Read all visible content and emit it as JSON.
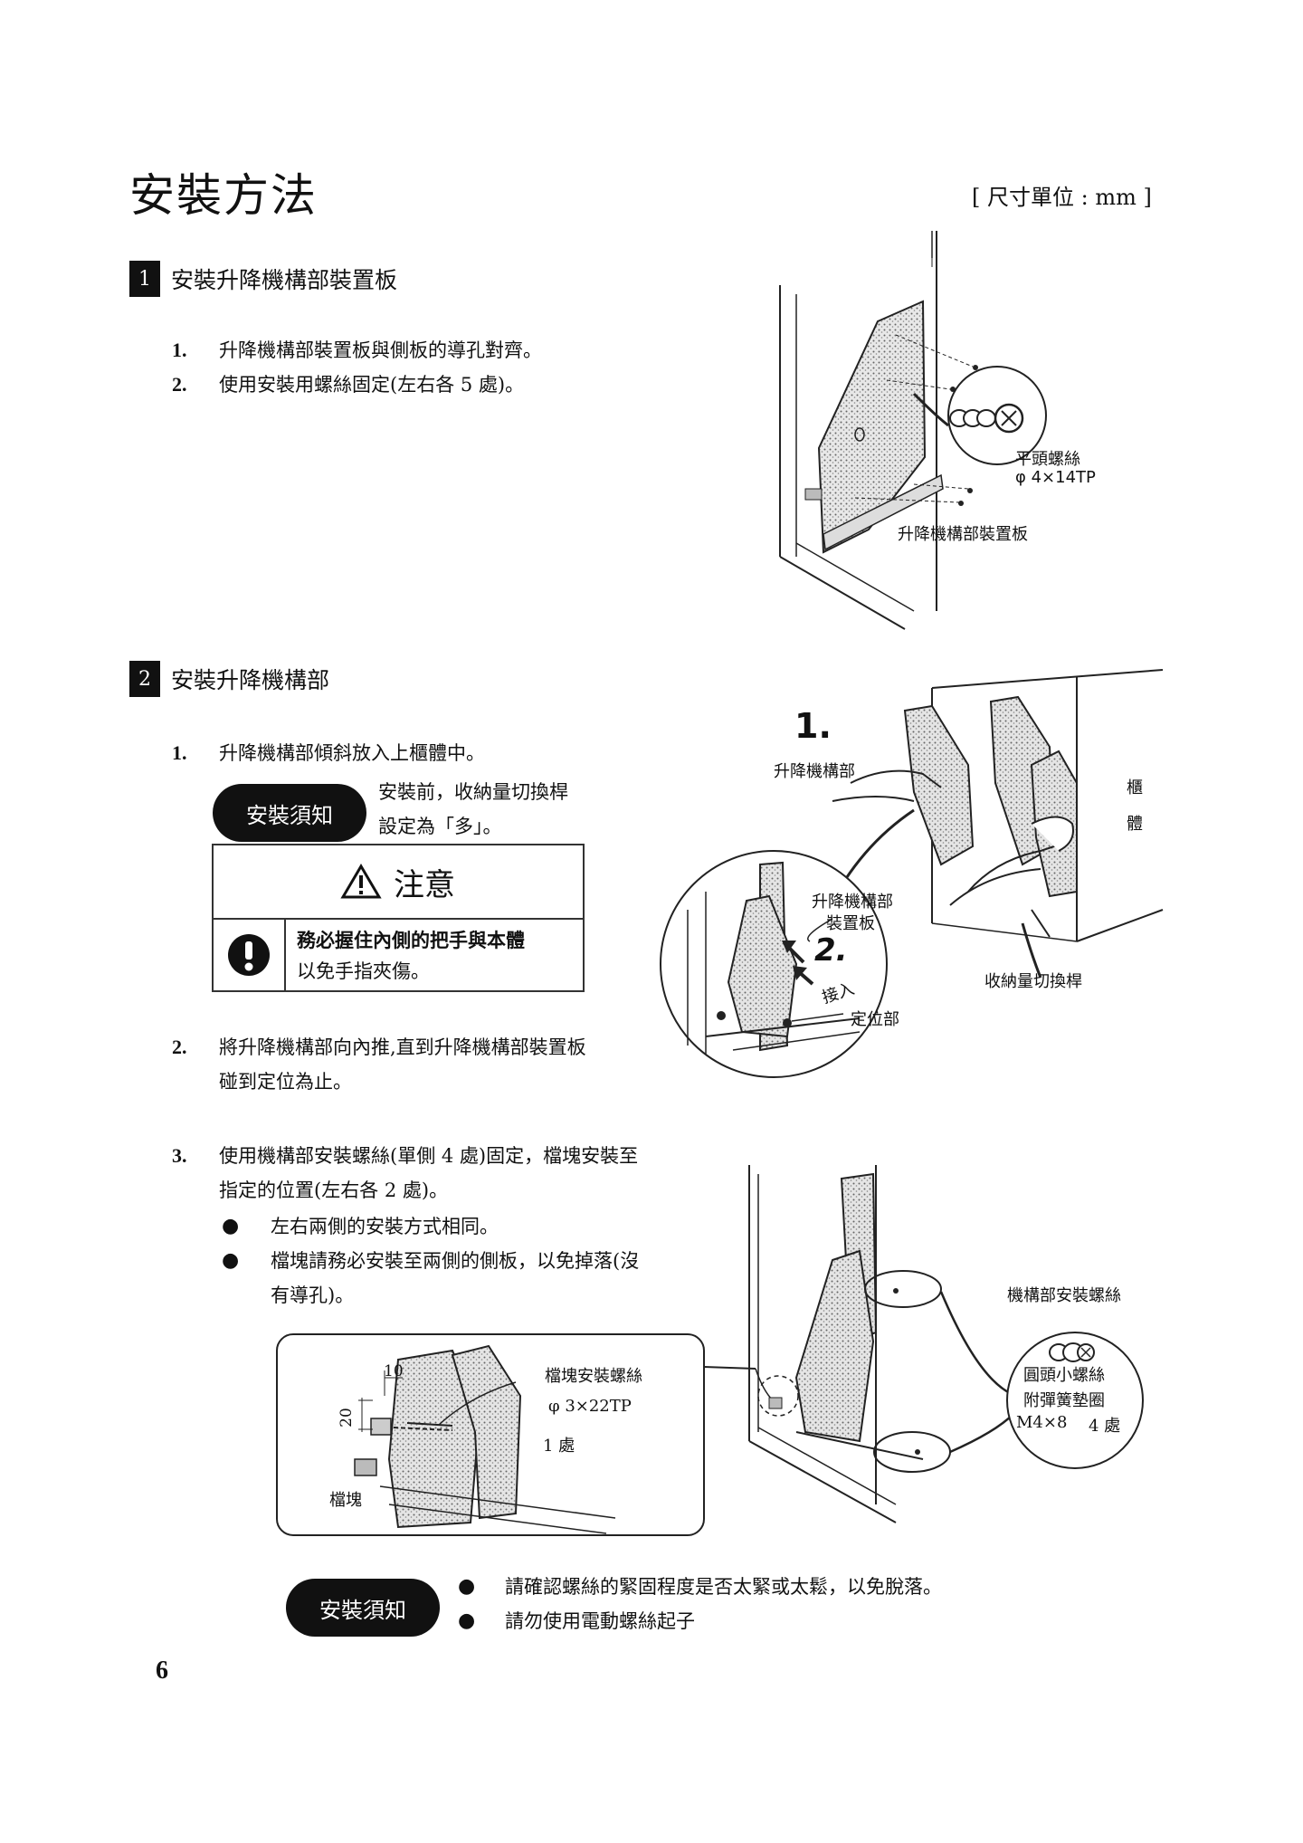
{
  "page": {
    "title": "安裝方法",
    "unit_note": "[ 尺寸單位 : mm ]",
    "page_number": "6"
  },
  "section1": {
    "number": "1",
    "title": "安裝升降機構部裝置板",
    "steps": [
      {
        "num": "1.",
        "text": "升降機構部裝置板與側板的導孔對齊。"
      },
      {
        "num": "2.",
        "text": "使用安裝用螺絲固定(左右各 5 處)。"
      }
    ],
    "figure": {
      "screw_label": "平頭螺絲",
      "screw_spec": "φ 4×14TP",
      "plate_label": "升降機構部裝置板"
    }
  },
  "section2": {
    "number": "2",
    "title": "安裝升降機構部",
    "step1": {
      "num": "1.",
      "text": "升降機構部傾斜放入上櫃體中。"
    },
    "notice1": {
      "pill": "安裝須知",
      "line1": "安裝前，收納量切換桿",
      "line2": "設定為「多」。"
    },
    "caution": {
      "heading": "注意",
      "bold_text": "務必握住內側的把手與本體",
      "text": "以免手指夾傷。"
    },
    "step2": {
      "num": "2.",
      "line1": "將升降機構部向內推,直到升降機構部裝置板",
      "line2": "碰到定位為止。"
    },
    "step3": {
      "num": "3.",
      "line1": "使用機構部安裝螺絲(單側 4 處)固定，檔塊安裝至",
      "line2": "指定的位置(左右各 2 處)。"
    },
    "bullets": [
      {
        "line1": "左右兩側的安裝方式相同。",
        "line2": ""
      },
      {
        "line1": "檔塊請務必安裝至兩側的側板，以免掉落(沒",
        "line2": "有導孔)。"
      }
    ],
    "figure_a": {
      "step1_mark": "1.",
      "step2_mark": "2.",
      "mechanism_label": "升降機構部",
      "cabinet_label_1": "櫃",
      "cabinet_label_2": "體",
      "plate_label_1": "升降機構部",
      "plate_label_2": "裝置板",
      "insert_label": "接入",
      "position_label": "定位部",
      "lever_label": "收納量切換桿"
    },
    "figure_b": {
      "dim_10": "10",
      "dim_20": "20",
      "stopper_screw_label": "檔塊安裝螺絲",
      "stopper_screw_spec": "φ 3×22TP",
      "stopper_screw_count": "1 處",
      "stopper_label": "檔塊",
      "mech_screw_label": "機構部安裝螺絲",
      "mech_screw_line1": "圓頭小螺絲",
      "mech_screw_line2": "附彈簧墊圈",
      "mech_screw_spec": "M4×8",
      "mech_screw_count": "4 處"
    },
    "notice2": {
      "pill": "安裝須知",
      "items": [
        "請確認螺絲的緊固程度是否太緊或太鬆，以免脫落。",
        "請勿使用電動螺絲起子"
      ]
    }
  }
}
